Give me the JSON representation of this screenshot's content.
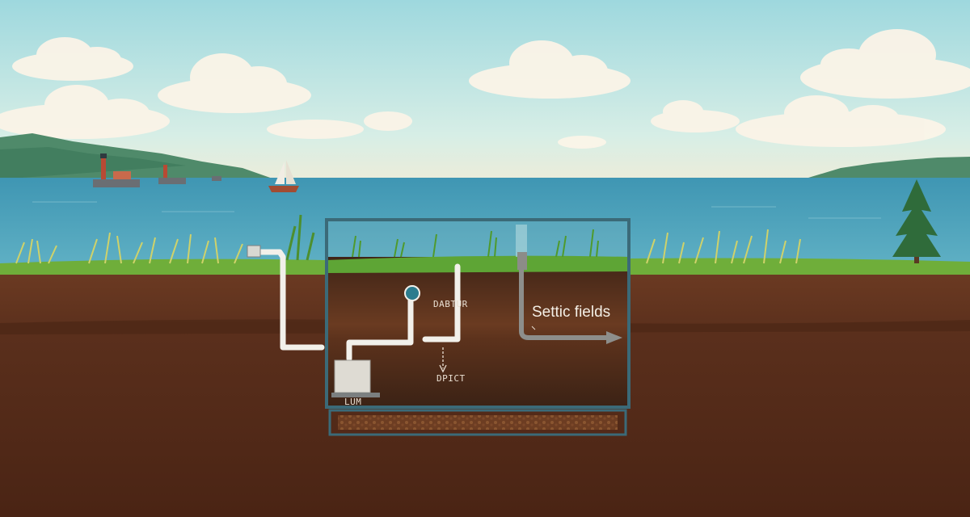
{
  "diagram": {
    "labels": {
      "upper_component": "DABTUR",
      "lower_component": "DPICT",
      "tank": "LUM",
      "field": "Settic fields"
    }
  }
}
